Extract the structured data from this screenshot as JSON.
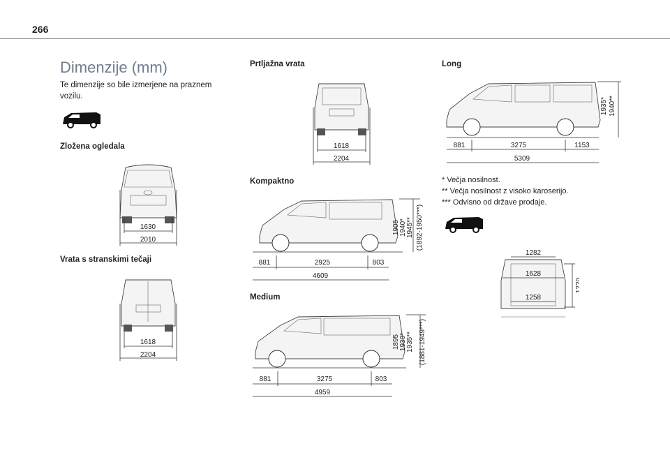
{
  "page_number": "266",
  "title": "Dimenzije (mm)",
  "intro": "Te dimenzije so bile izmerjene na praznem vozilu.",
  "sections": {
    "mirrors": {
      "heading": "Zložena ogledala",
      "inner": "1630",
      "outer": "2010"
    },
    "side_doors": {
      "heading": "Vrata s stranskimi tečaji",
      "inner": "1618",
      "outer": "2204"
    },
    "tailgate": {
      "heading": "Prtljažna vrata",
      "inner": "1618",
      "outer": "2204"
    },
    "compact": {
      "heading": "Kompaktno",
      "front": "881",
      "wheelbase": "2925",
      "rear": "803",
      "length": "4609",
      "heights": [
        "1905",
        "1940*",
        "1945**",
        "(1892-1950***)"
      ]
    },
    "medium": {
      "heading": "Medium",
      "front": "881",
      "wheelbase": "3275",
      "rear": "803",
      "length": "4959",
      "heights": [
        "1895",
        "1930*",
        "1935**",
        "(1881-1949***)"
      ]
    },
    "long": {
      "heading": "Long",
      "front": "881",
      "wheelbase": "3275",
      "rear": "1153",
      "length": "5309",
      "heights": [
        "1935*",
        "1940**"
      ]
    }
  },
  "notes": [
    "* Večja nosilnost.",
    "** Večja nosilnost z visoko karoserijo.",
    "*** Odvisno od države prodaje."
  ],
  "cargo": {
    "top_width": "1282",
    "mid_width": "1628",
    "bottom_width": "1258",
    "height": "1220"
  }
}
